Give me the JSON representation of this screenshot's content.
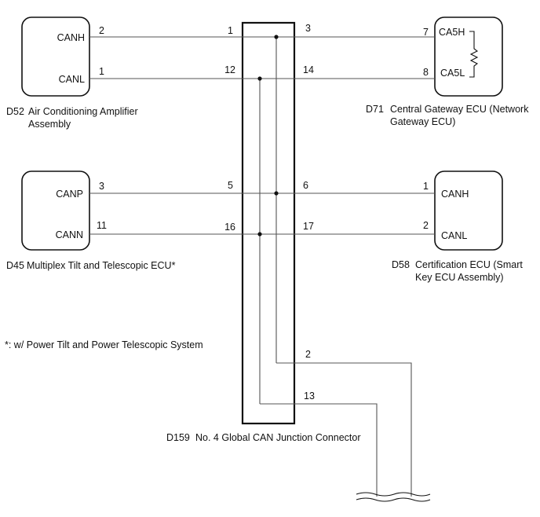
{
  "ecus": {
    "d52": {
      "code": "D52",
      "name_line1": "Air Conditioning Amplifier",
      "name_line2": "Assembly",
      "pin_top": "CANH",
      "pin_top_num": "2",
      "pin_bottom": "CANL",
      "pin_bottom_num": "1"
    },
    "d45": {
      "code": "D45",
      "name_line1": "Multiplex Tilt and Telescopic ECU*",
      "pin_top": "CANP",
      "pin_top_num": "3",
      "pin_bottom": "CANN",
      "pin_bottom_num": "11"
    },
    "d71": {
      "code": "D71",
      "name_line1": "Central Gateway ECU (Network",
      "name_line2": "Gateway ECU)",
      "pin_top": "CA5H",
      "pin_top_num": "7",
      "pin_bottom": "CA5L",
      "pin_bottom_num": "8"
    },
    "d58": {
      "code": "D58",
      "name_line1": "Certification ECU (Smart",
      "name_line2": "Key ECU Assembly)",
      "pin_top": "CANH",
      "pin_top_num": "1",
      "pin_bottom": "CANL",
      "pin_bottom_num": "2"
    }
  },
  "junction": {
    "code": "D159",
    "name": "No. 4 Global CAN Junction Connector",
    "pins_left": [
      "1",
      "12",
      "5",
      "16"
    ],
    "pins_right": [
      "3",
      "14",
      "6",
      "17",
      "2",
      "13"
    ]
  },
  "footnote": "*: w/ Power Tilt and Power Telescopic System"
}
